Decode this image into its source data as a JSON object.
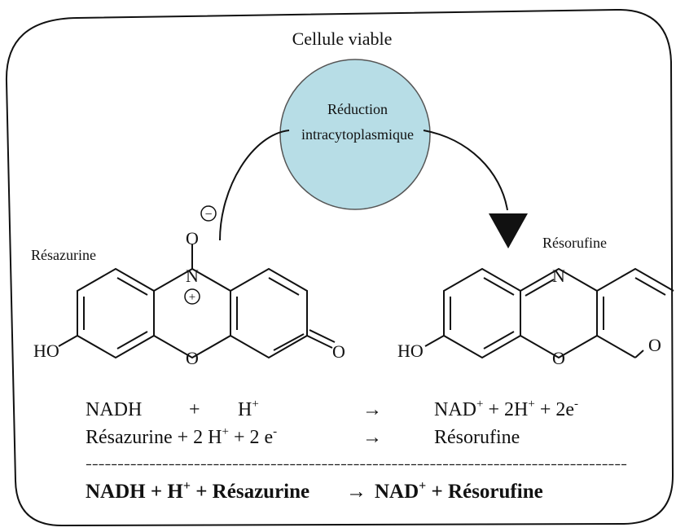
{
  "cell": {
    "title": "Cellule viable"
  },
  "reduction": {
    "line1": "Réduction",
    "line2": "intracytoplasmique"
  },
  "resazurin": {
    "name": "Résazurine",
    "ho": "HO",
    "ring_o": "O",
    "ketone_o": "O",
    "n_oxide_o": "O",
    "n_atom": "N",
    "charge_minus": "−",
    "charge_plus": "+"
  },
  "resorufin": {
    "name": "Résorufine",
    "ho": "HO",
    "ring_o": "O",
    "ketone_o": "O",
    "n_atom": "N"
  },
  "equations": {
    "eq1": {
      "reactant_a": "NADH",
      "plus": "+",
      "reactant_b": "H",
      "reactant_b_sup": "+",
      "arrow": "→",
      "product_a": "NAD",
      "product_a_sup": "+",
      "product_b": " + 2H",
      "product_b_sup": "+",
      "product_c": " + 2e",
      "product_c_sup": "-"
    },
    "eq2": {
      "reactant_a": "Résazurine + 2 H",
      "reactant_a_sup": "+",
      "reactant_b": " + 2 e",
      "reactant_b_sup": "-",
      "arrow": "→",
      "product": "Résorufine"
    },
    "divider": "-------------------------------------------------------------------------------------",
    "net": {
      "part1": "NADH + H",
      "part1_sup": "+",
      "part2": " + Résazurine",
      "arrow": "→",
      "part3": "NAD",
      "part3_sup": "+",
      "part4": " + Résorufine"
    }
  },
  "colors": {
    "circle_fill": "#b7dde6",
    "stroke": "#111111"
  }
}
